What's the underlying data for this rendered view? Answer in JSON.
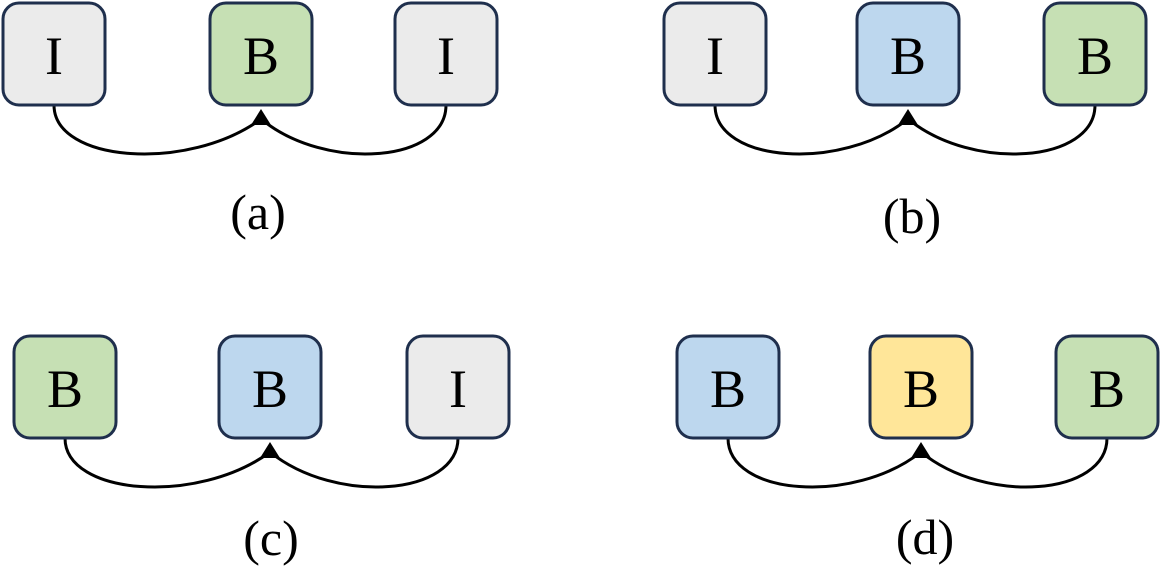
{
  "colors": {
    "I": "#ebebeb",
    "B_green": "#c6e0b4",
    "B_blue": "#bdd7ee",
    "B_yellow": "#ffe699",
    "border": "#1f2f4d",
    "arrow": "#000000"
  },
  "panels": [
    {
      "caption": "(a)",
      "frames": [
        {
          "label": "I",
          "color": "I"
        },
        {
          "label": "B",
          "color": "B_green"
        },
        {
          "label": "I",
          "color": "I"
        }
      ],
      "arrows": "outer-frames-to-center"
    },
    {
      "caption": "(b)",
      "frames": [
        {
          "label": "I",
          "color": "I"
        },
        {
          "label": "B",
          "color": "B_blue"
        },
        {
          "label": "B",
          "color": "B_green"
        }
      ],
      "arrows": "outer-frames-to-center"
    },
    {
      "caption": "(c)",
      "frames": [
        {
          "label": "B",
          "color": "B_green"
        },
        {
          "label": "B",
          "color": "B_blue"
        },
        {
          "label": "I",
          "color": "I"
        }
      ],
      "arrows": "outer-frames-to-center"
    },
    {
      "caption": "(d)",
      "frames": [
        {
          "label": "B",
          "color": "B_blue"
        },
        {
          "label": "B",
          "color": "B_yellow"
        },
        {
          "label": "B",
          "color": "B_green"
        }
      ],
      "arrows": "outer-frames-to-center"
    }
  ]
}
